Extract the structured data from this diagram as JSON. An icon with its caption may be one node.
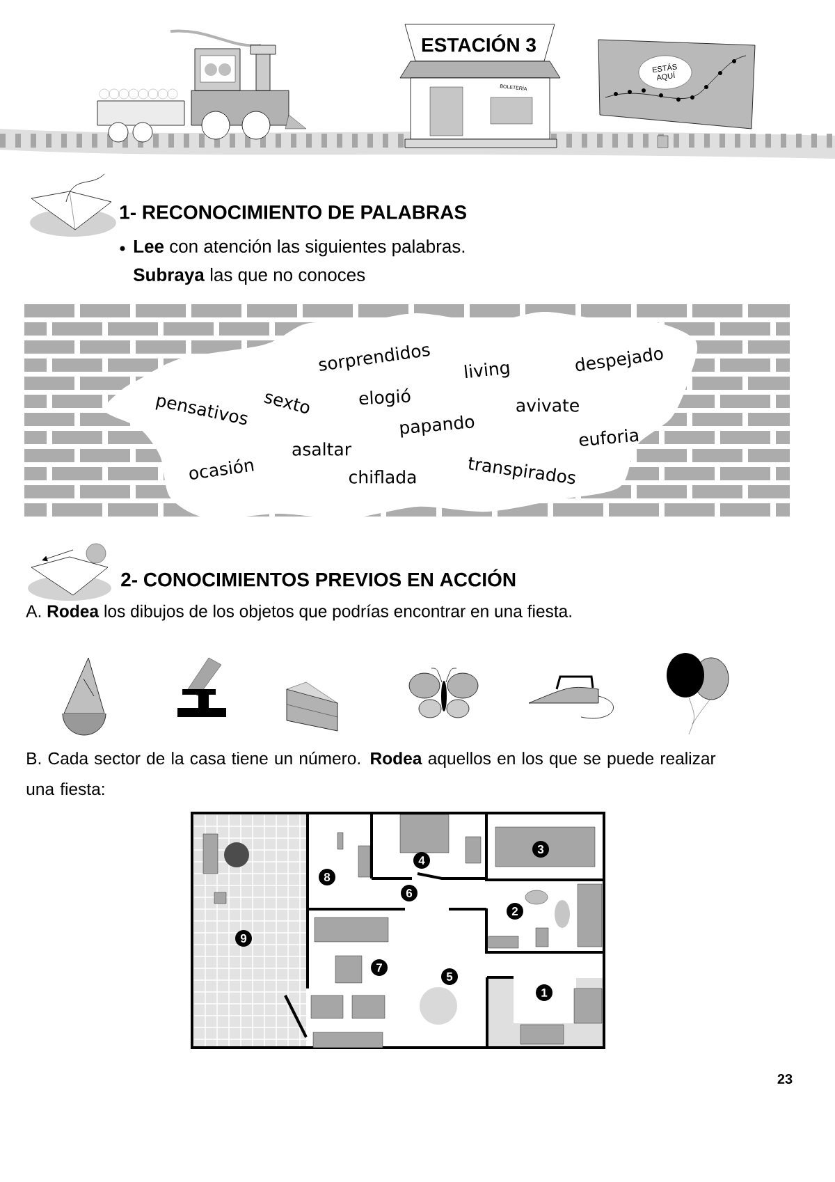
{
  "diagram": {
    "labels": [
      "ESTACIÓN 3",
      "BOLETERÍA",
      "ESTÁS AQUÍ",
      "1- RECONOCIMIENTO DE PALABRAS",
      "**Lee** con atención las siguientes palabras.",
      "**Subraya** las que no conoces",
      "sorprendidos",
      "living",
      "despejado",
      "pensativos",
      "sexto",
      "elogió",
      "avivate",
      "papando",
      "asaltar",
      "euforia",
      "ocasión",
      "chiflada",
      "transpirados",
      "2- CONOCIMIENTOS PREVIOS EN ACCIÓN",
      "A. **Rodea** los dibujos de los objetos que podrías encontrar en una fiesta.",
      "B. Cada sector de la casa tiene un número. **Rodea** aquellos en los que se puede realizar una fiesta:",
      "3",
      "4",
      "8",
      "6",
      "2",
      "9",
      "7",
      "5",
      "1",
      "23"
    ]
  }
}
